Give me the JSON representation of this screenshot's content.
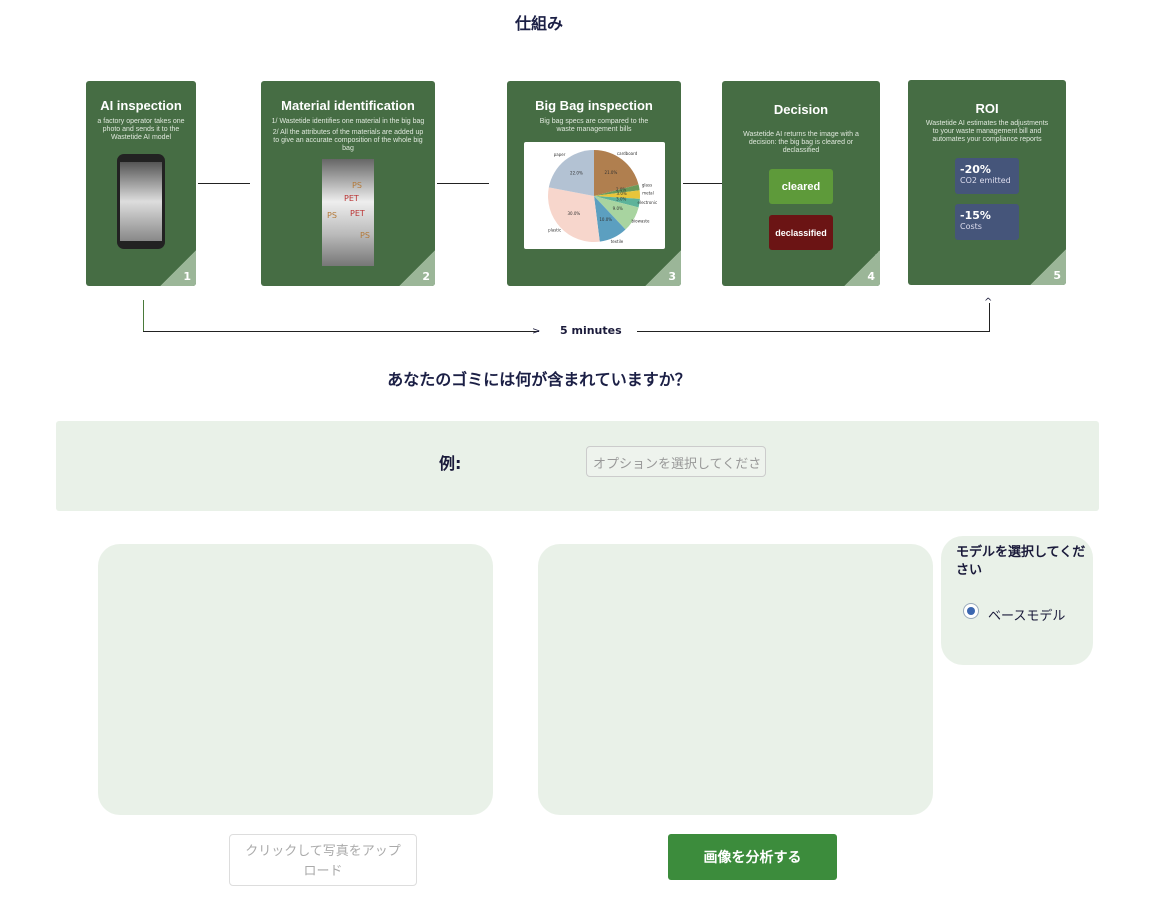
{
  "title": "仕組み",
  "steps": [
    {
      "title": "AI inspection",
      "desc": "a factory operator takes one photo and sends it to the Wastetide AI model",
      "num": "1"
    },
    {
      "title": "Material identification",
      "desc1": "1/ Wastetide identifies one material in the big bag",
      "desc2": "2/ All the attributes of the materials are added up to give an accurate composition of the whole big bag",
      "num": "2",
      "tags": [
        "PS",
        "PET",
        "PET",
        "PS",
        "PS"
      ]
    },
    {
      "title": "Big Bag inspection",
      "desc": "Big bag specs are compared to the waste management bills",
      "num": "3"
    },
    {
      "title": "Decision",
      "desc": "Wastetide AI returns the image with a decision: the big bag is cleared or declassified",
      "num": "4",
      "cleared": "cleared",
      "declassified": "declassified"
    },
    {
      "title": "ROI",
      "desc": "Wastetide AI estimates the adjustments to your waste management bill and automates your compliance reports",
      "num": "5",
      "co2_value": "-20%",
      "co2_label": "CO2 emitted",
      "cost_value": "-15%",
      "cost_label": "Costs"
    }
  ],
  "timeline_label": "5 minutes",
  "chart_data": {
    "type": "pie",
    "categories": [
      "cardboard",
      "glass",
      "metal",
      "electronic",
      "biowaste",
      "textile",
      "plastic",
      "paper"
    ],
    "values": [
      21,
      2,
      3,
      3,
      9,
      10,
      30,
      22
    ],
    "colors": [
      "#b07f4f",
      "#6a9a5a",
      "#e8c53a",
      "#5db39a",
      "#a8d4a0",
      "#5c9fc0",
      "#f7d6cc",
      "#b3c2d3"
    ]
  },
  "question": "あなたのゴミには何が含まれていますか？",
  "example_label": "例:",
  "select_placeholder": "オプションを選択してくださ",
  "model_title": "モデルを選択してください",
  "model_option": "ベースモデル",
  "upload_label": "クリックして写真をアップロード",
  "analyze_label": "画像を分析する"
}
